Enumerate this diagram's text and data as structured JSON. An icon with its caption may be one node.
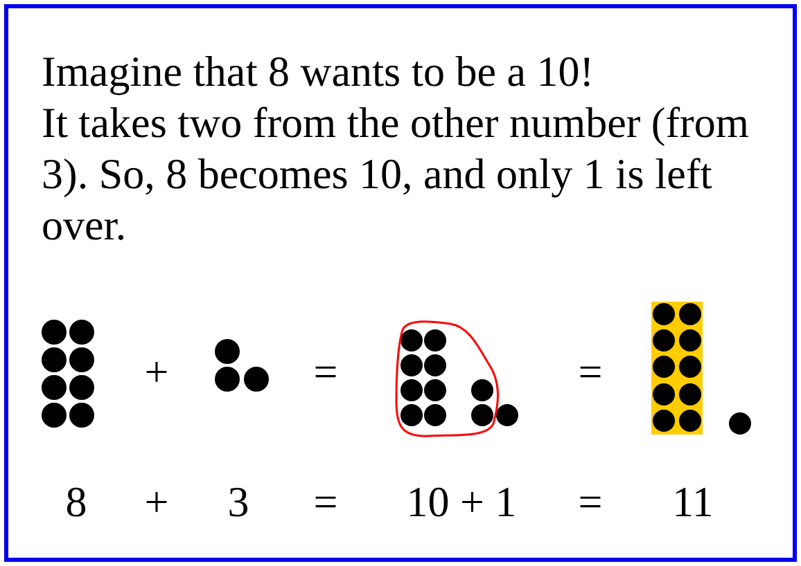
{
  "diagram": {
    "labels": [
      "Imagine that 8 wants to be a 10!",
      "It takes two from the other number (from 3). So, 8 becomes 10, and only 1 is left over.",
      "+",
      "=",
      "=",
      "8",
      "+",
      "3",
      "=",
      "10 + 1",
      "=",
      "11"
    ]
  }
}
